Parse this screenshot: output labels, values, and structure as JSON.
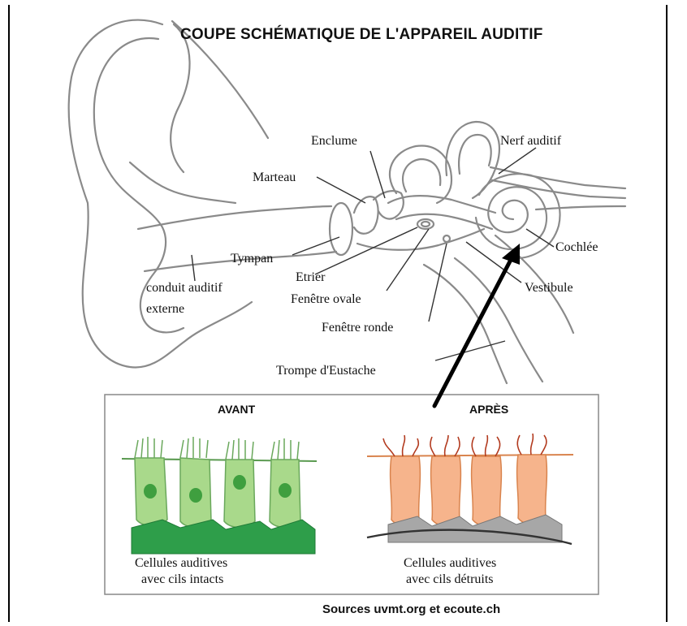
{
  "title": "COUPE SCHÉMATIQUE DE L'APPAREIL AUDITIF",
  "labels": {
    "enclume": "Enclume",
    "marteau": "Marteau",
    "nerf": "Nerf auditif",
    "tympan": "Tympan",
    "cochlee": "Cochlée",
    "conduit_line1": "conduit auditif",
    "conduit_line2": "externe",
    "etrier": "Etrier",
    "fenetre_ovale": "Fenêtre ovale",
    "vestibule": "Vestibule",
    "fenetre_ronde": "Fenêtre ronde",
    "trompe": "Trompe d'Eustache"
  },
  "inset": {
    "before_title": "AVANT",
    "after_title": "APRÈS",
    "before_caption_line1": "Cellules auditives",
    "before_caption_line2": "avec cils intacts",
    "after_caption_line1": "Cellules auditives",
    "after_caption_line2": "avec cils détruits"
  },
  "source": "Sources uvmt.org et ecoute.ch",
  "colors": {
    "outline": "#8a8a8a",
    "healthy_cell": "#a9d98b",
    "healthy_base": "#2e9e4a",
    "damaged_cell": "#f6b48c",
    "damaged_base": "#a7a7a7",
    "cilia_damaged": "#b23a1e"
  }
}
